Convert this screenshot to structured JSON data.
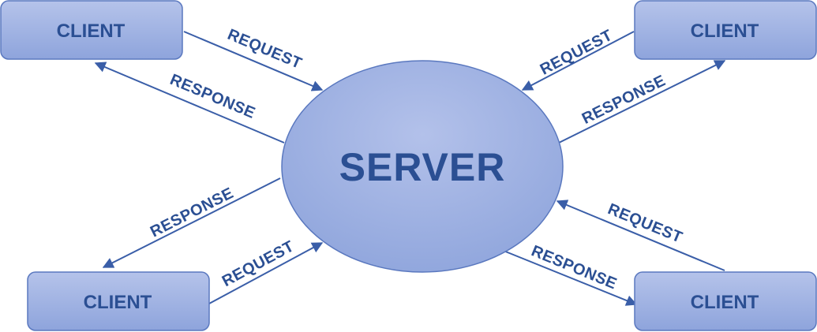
{
  "server": {
    "label": "SERVER"
  },
  "clients": {
    "top_left": "CLIENT",
    "top_right": "CLIENT",
    "bottom_left": "CLIENT",
    "bottom_right": "CLIENT"
  },
  "edges": {
    "top_left_request": "REQUEST",
    "top_left_response": "RESPONSE",
    "top_right_request": "REQUEST",
    "top_right_response": "RESPONSE",
    "bottom_left_request": "REQUEST",
    "bottom_left_response": "RESPONSE",
    "bottom_right_request": "REQUEST",
    "bottom_right_response": "RESPONSE"
  },
  "colors": {
    "box_fill_light": "#aebde6",
    "box_fill_dark": "#8aa1d9",
    "server_fill": "#9fb1e1",
    "stroke": "#5a78bf",
    "text": "#2b4f93",
    "arrow": "#3a5ea8"
  }
}
